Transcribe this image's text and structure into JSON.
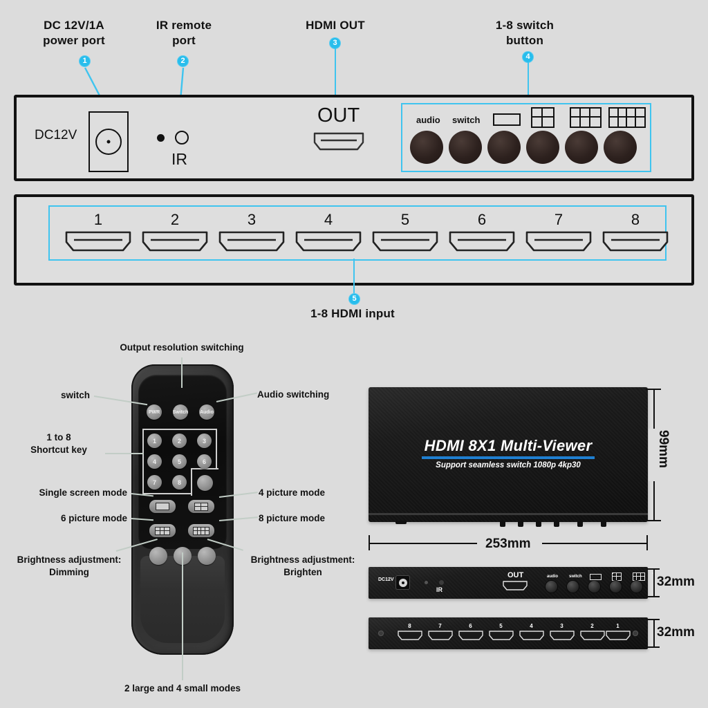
{
  "theme": {
    "background": "#dcdcdc",
    "accent_cyan": "#3fc4ef",
    "badge_color": "#28bdec",
    "leader_gray": "#c2cdc6",
    "brand_blue": "#1f7fd0"
  },
  "callouts": [
    {
      "id": "1",
      "text": "DC 12V/1A\npower port"
    },
    {
      "id": "2",
      "text": "IR remote\nport"
    },
    {
      "id": "3",
      "text": "HDMI OUT"
    },
    {
      "id": "4",
      "text": "1-8 switch\nbutton"
    },
    {
      "id": "5",
      "text": "1-8 HDMI input"
    }
  ],
  "front_panel": {
    "dc_label": "DC12V",
    "ir_label": "IR",
    "out_label": "OUT",
    "buttons": [
      {
        "label": "audio",
        "icon": "audio-text"
      },
      {
        "label": "switch",
        "icon": "switch-text"
      },
      {
        "label": "",
        "icon": "single-screen-icon",
        "cols": 1,
        "rows": 1
      },
      {
        "label": "",
        "icon": "four-picture-icon",
        "cols": 2,
        "rows": 2
      },
      {
        "label": "",
        "icon": "six-picture-icon",
        "cols": 3,
        "rows": 2
      },
      {
        "label": "",
        "icon": "eight-picture-icon",
        "cols": 4,
        "rows": 2
      }
    ]
  },
  "input_panel": {
    "ports": [
      "1",
      "2",
      "3",
      "4",
      "5",
      "6",
      "7",
      "8"
    ]
  },
  "remote": {
    "top_buttons": [
      "PWR",
      "Switch",
      "Audio"
    ],
    "keypad": [
      "1",
      "2",
      "3",
      "4",
      "5",
      "6",
      "7",
      "8"
    ],
    "mode_buttons": [
      {
        "name": "single-screen-mode",
        "cols": 1,
        "rows": 1
      },
      {
        "name": "four-picture-mode",
        "cols": 2,
        "rows": 2
      },
      {
        "name": "six-picture-mode",
        "cols": 3,
        "rows": 2
      },
      {
        "name": "eight-picture-mode",
        "cols": 4,
        "rows": 2
      }
    ],
    "labels": {
      "output_resolution": "Output resolution switching",
      "switch": "switch",
      "audio_switching": "Audio switching",
      "shortcut_key": "1 to 8\nShortcut key",
      "single_screen": "Single screen mode",
      "four_picture": "4 picture mode",
      "six_picture": "6 picture mode",
      "eight_picture": "8 picture mode",
      "dimming": "Brightness adjustment:\nDimming",
      "brighten": "Brightness adjustment:\nBrighten",
      "two_large_four_small": "2 large and 4 small modes"
    }
  },
  "product": {
    "brand_title": "HDMI 8X1 Multi-Viewer",
    "brand_subtitle": "Support seamless switch 1080p 4kp30",
    "dimensions": {
      "width": "253mm",
      "height": "99mm",
      "depth_front": "32mm",
      "depth_rear": "32mm"
    },
    "front_photo": {
      "dc_label": "DC12V",
      "ir_label": "IR",
      "out_label": "OUT",
      "button_labels": [
        "audio",
        "switch"
      ]
    },
    "rear_photo": {
      "ports": [
        "8",
        "7",
        "6",
        "5",
        "4",
        "3",
        "2",
        "1"
      ]
    }
  }
}
